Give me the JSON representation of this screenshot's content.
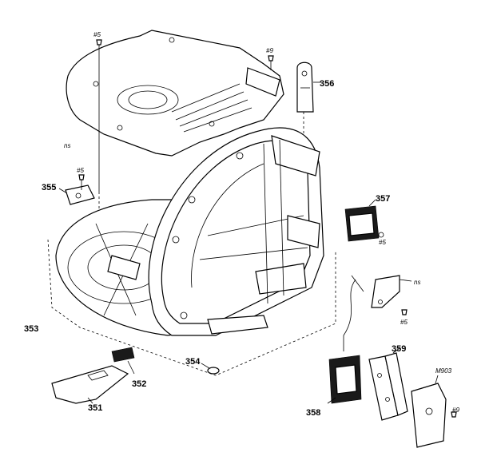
{
  "labels": {
    "p351": "351",
    "p352": "352",
    "p353": "353",
    "p354": "354",
    "p355": "355",
    "p356": "356",
    "p357": "357",
    "p358": "358",
    "p359": "359",
    "m903": "M903",
    "ns_top": "ns",
    "ns_right": "ns",
    "s5_top": "#5",
    "s5_355": "#5",
    "s5_357": "#5",
    "s5_right": "#5",
    "s9_top": "#9",
    "s9_m903": "#9"
  }
}
